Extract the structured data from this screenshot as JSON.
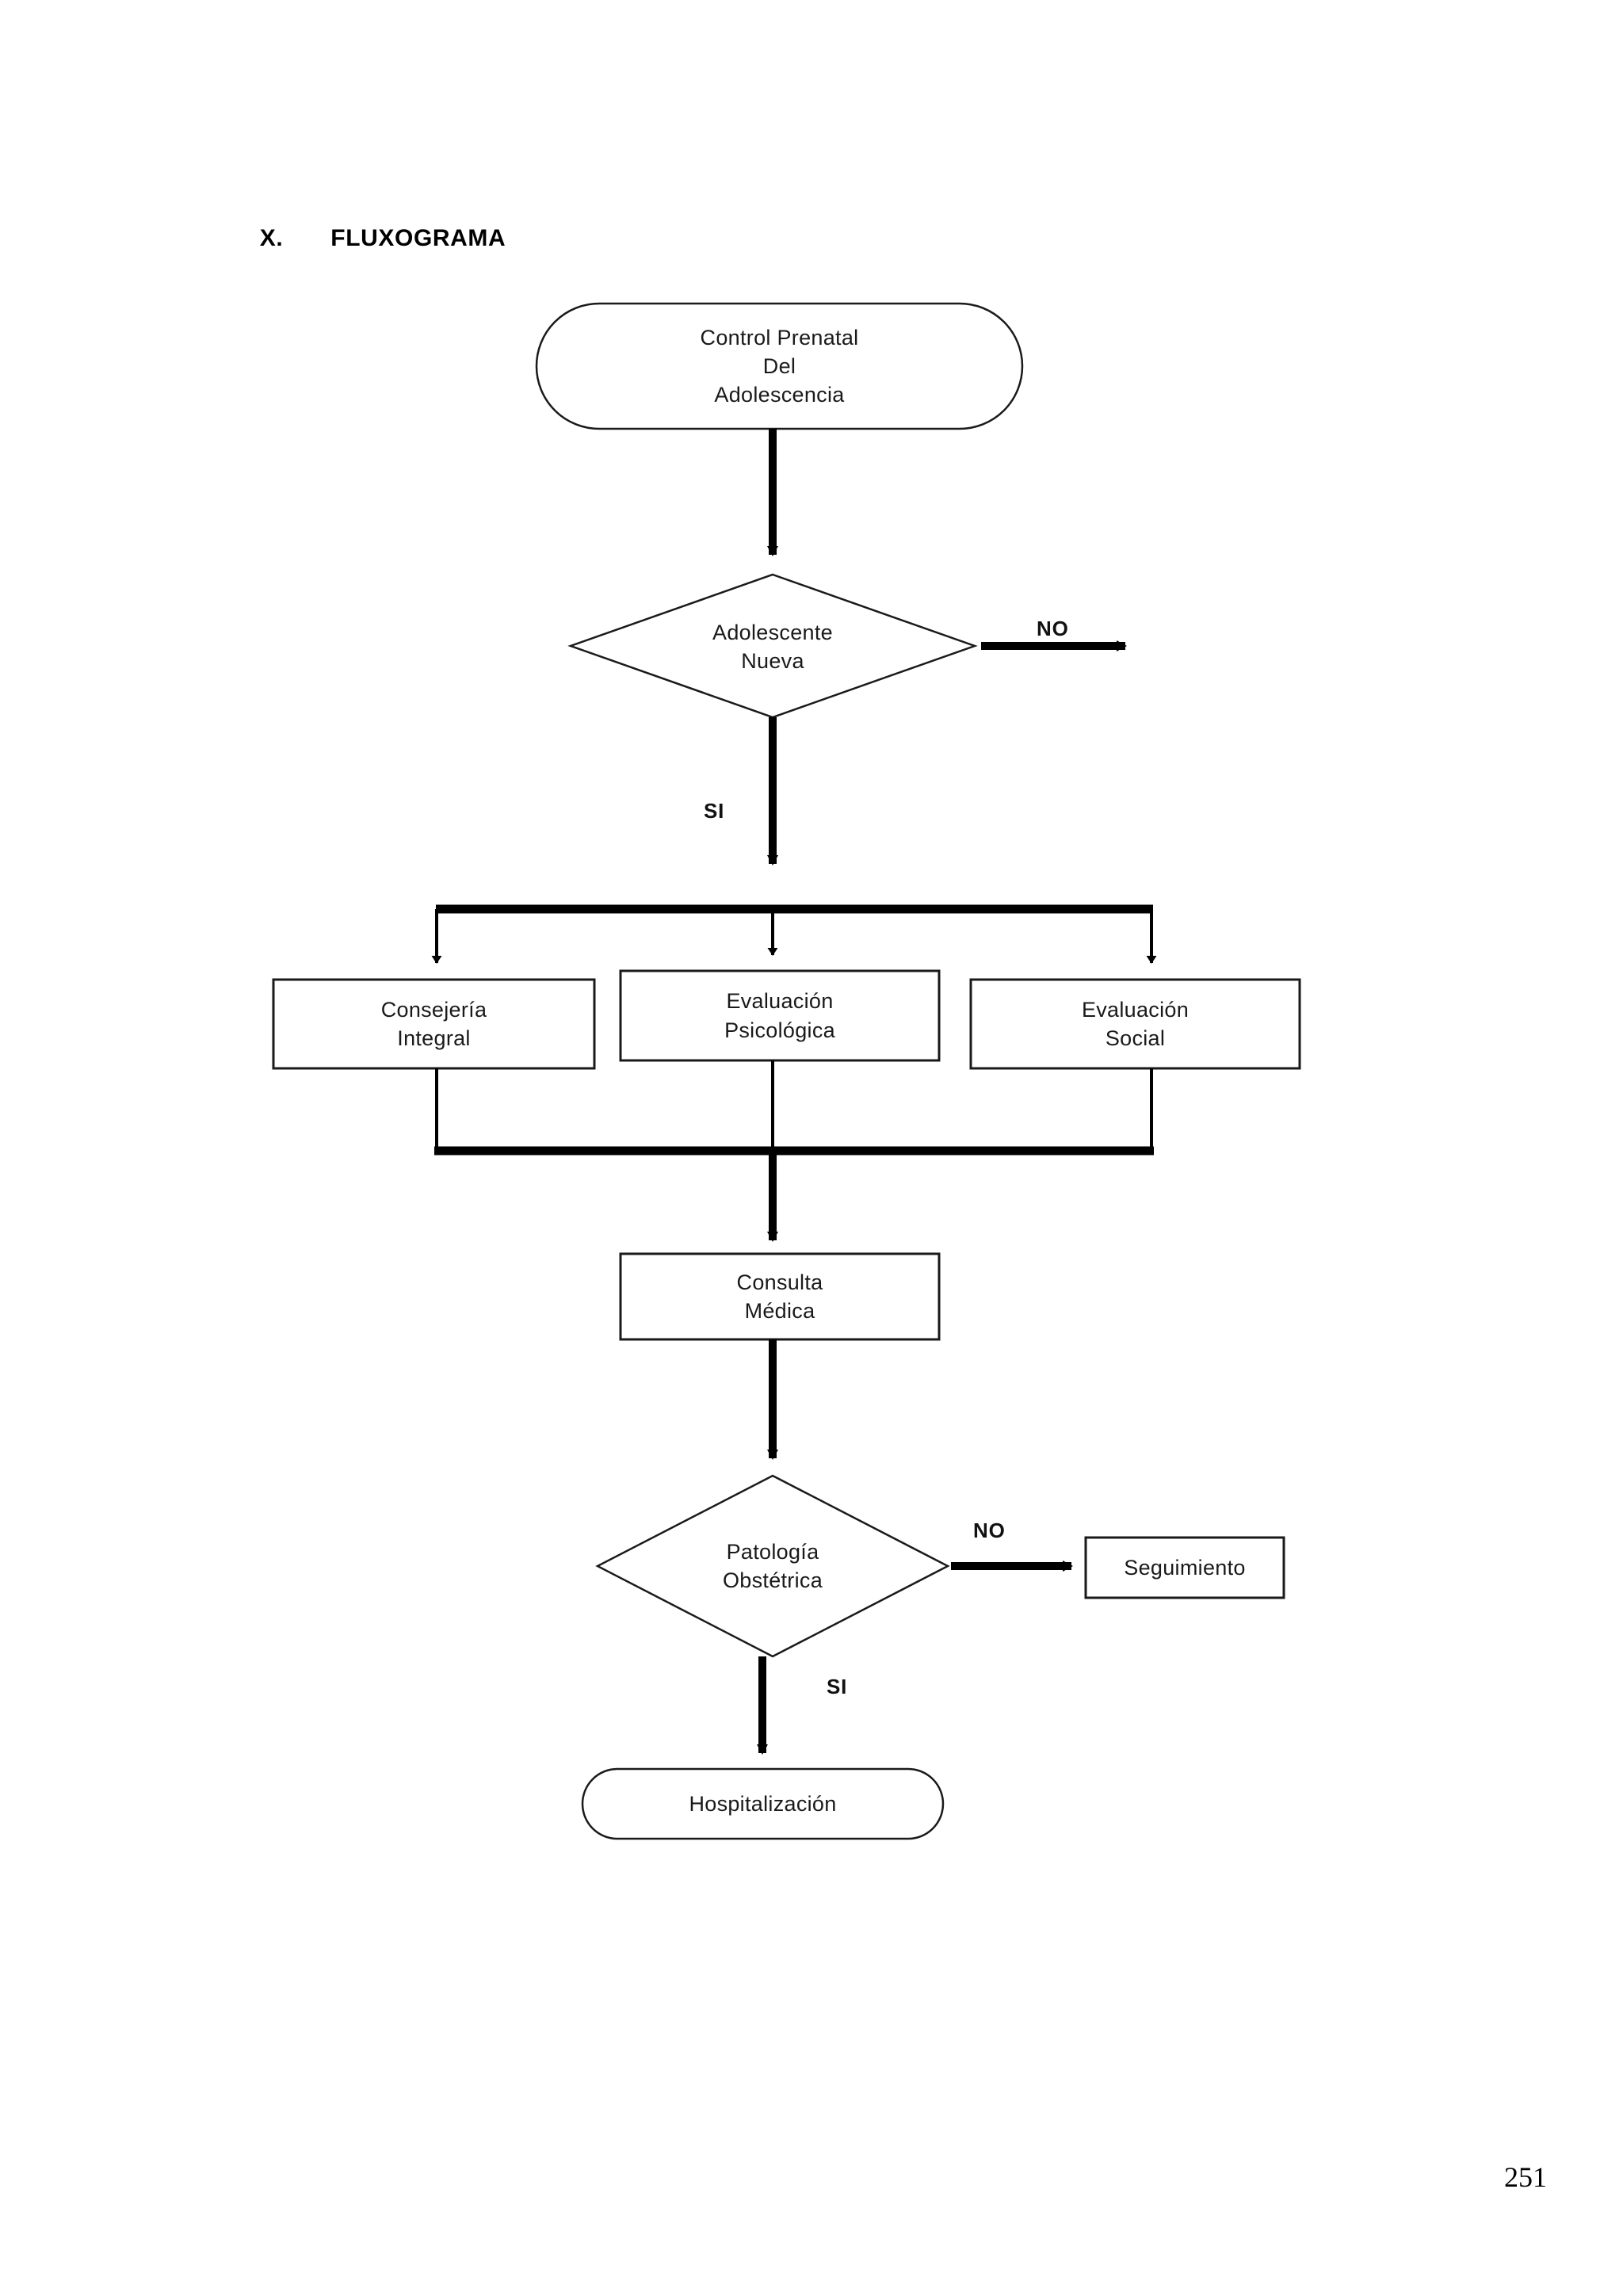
{
  "document": {
    "heading_number": "X.",
    "heading_title": "FLUXOGRAMA",
    "page_number": "251"
  },
  "chart_data": {
    "type": "diagram",
    "diagram_kind": "flowchart",
    "title": "FLUXOGRAMA",
    "orientation": "top-to-bottom",
    "colors": {
      "stroke": "#1a1a1a",
      "fill": "#ffffff",
      "text": "#1a1a1a",
      "arrow": "#000000"
    },
    "nodes": [
      {
        "id": "start",
        "shape": "terminator",
        "label": "Control Prenatal\nDel\nAdolescencia",
        "lines": [
          "Control Prenatal",
          "Del",
          "Adolescencia"
        ]
      },
      {
        "id": "adolescente_nueva",
        "shape": "decision",
        "label": "Adolescente\nNueva",
        "lines": [
          "Adolescente",
          "Nueva"
        ]
      },
      {
        "id": "consejeria_integral",
        "shape": "process",
        "label": "Consejería\nIntegral",
        "lines": [
          "Consejería",
          "Integral"
        ]
      },
      {
        "id": "evaluacion_psicologica",
        "shape": "process",
        "label": "Evaluación\nPsicológica",
        "lines": [
          "Evaluación",
          "Psicológica"
        ]
      },
      {
        "id": "evaluacion_social",
        "shape": "process",
        "label": "Evaluación\nSocial",
        "lines": [
          "Evaluación",
          "Social"
        ]
      },
      {
        "id": "consulta_medica",
        "shape": "process",
        "label": "Consulta\nMédica",
        "lines": [
          "Consulta",
          "Médica"
        ]
      },
      {
        "id": "patologia_obstetrica",
        "shape": "decision",
        "label": "Patología\nObstétrica",
        "lines": [
          "Patología",
          "Obstétrica"
        ]
      },
      {
        "id": "seguimiento",
        "shape": "process",
        "label": "Seguimiento",
        "lines": [
          "Seguimiento"
        ]
      },
      {
        "id": "hospitalizacion",
        "shape": "terminator",
        "label": "Hospitalización",
        "lines": [
          "Hospitalización"
        ]
      }
    ],
    "edges": [
      {
        "id": "e1",
        "from": "start",
        "to": "adolescente_nueva",
        "label": ""
      },
      {
        "id": "e2",
        "from": "adolescente_nueva",
        "to": "",
        "label": "NO"
      },
      {
        "id": "e3",
        "from": "adolescente_nueva",
        "to": "fork",
        "label": "SI"
      },
      {
        "id": "e4",
        "from": "fork",
        "to": "consejeria_integral",
        "label": ""
      },
      {
        "id": "e5",
        "from": "fork",
        "to": "evaluacion_psicologica",
        "label": ""
      },
      {
        "id": "e6",
        "from": "fork",
        "to": "evaluacion_social",
        "label": ""
      },
      {
        "id": "e7",
        "from": "join",
        "to": "consulta_medica",
        "label": ""
      },
      {
        "id": "e8",
        "from": "consulta_medica",
        "to": "patologia_obstetrica",
        "label": ""
      },
      {
        "id": "e9",
        "from": "patologia_obstetrica",
        "to": "seguimiento",
        "label": "NO"
      },
      {
        "id": "e10",
        "from": "patologia_obstetrica",
        "to": "hospitalizacion",
        "label": "SI"
      }
    ],
    "edge_labels": {
      "decision1_no": "NO",
      "decision1_si": "SI",
      "decision2_no": "NO",
      "decision2_si": "SI"
    }
  }
}
